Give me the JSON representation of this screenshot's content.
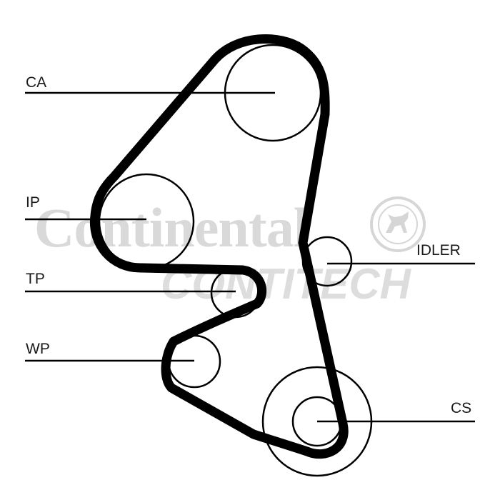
{
  "labels": {
    "ca": "CA",
    "ip": "IP",
    "tp": "TP",
    "wp": "WP",
    "idler": "IDLER",
    "cs": "CS"
  },
  "watermark": {
    "brand": "Continental",
    "sub": "CONTITECH",
    "logo": "horse-seal-logo"
  },
  "colors": {
    "line": "#000000",
    "watermark": "#d9d9d9"
  }
}
